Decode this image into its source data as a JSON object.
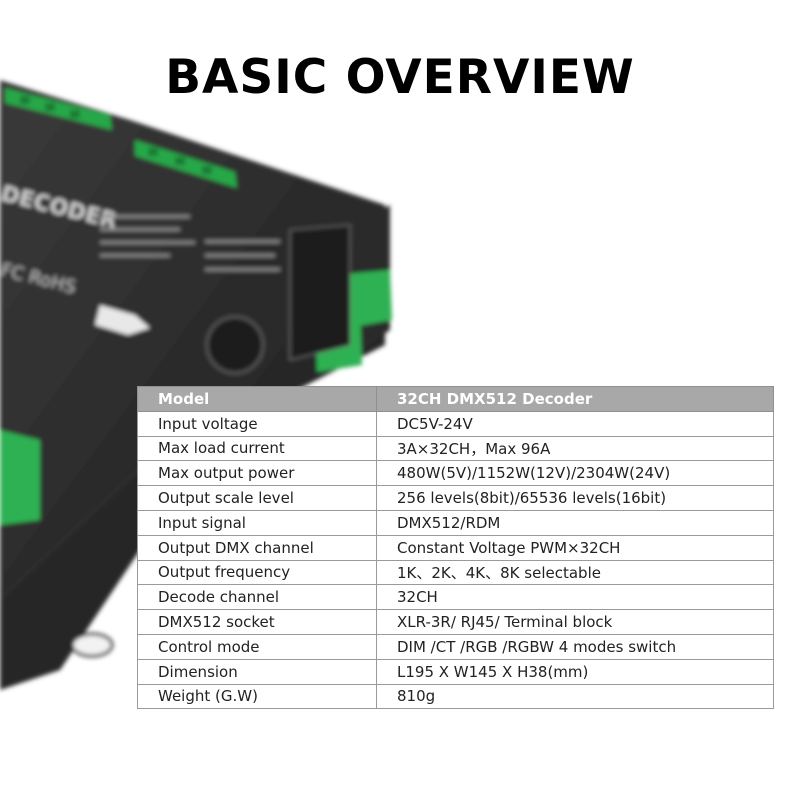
{
  "title": "BASIC OVERVIEW",
  "device": {
    "label_text": "DECODER",
    "marks_text": "FC RoHS"
  },
  "spec_table": {
    "header": [
      "Model",
      "32CH DMX512 Decoder"
    ],
    "rows": [
      [
        "Input voltage",
        "DC5V-24V"
      ],
      [
        "Max load current",
        "3A×32CH，Max 96A"
      ],
      [
        "Max output power",
        "480W(5V)/1152W(12V)/2304W(24V)"
      ],
      [
        "Output scale level",
        "256 levels(8bit)/65536 levels(16bit)"
      ],
      [
        "Input signal",
        "DMX512/RDM"
      ],
      [
        "Output DMX channel",
        "Constant Voltage PWM×32CH"
      ],
      [
        "Output frequency",
        "1K、2K、4K、8K selectable"
      ],
      [
        "Decode channel",
        "32CH"
      ],
      [
        "DMX512 socket",
        "XLR-3R/ RJ45/ Terminal block"
      ],
      [
        "Control mode",
        "DIM /CT /RGB /RGBW 4 modes switch"
      ],
      [
        "Dimension",
        "L195 X W145 X H38(mm)"
      ],
      [
        "Weight (G.W)",
        "810g"
      ]
    ]
  }
}
